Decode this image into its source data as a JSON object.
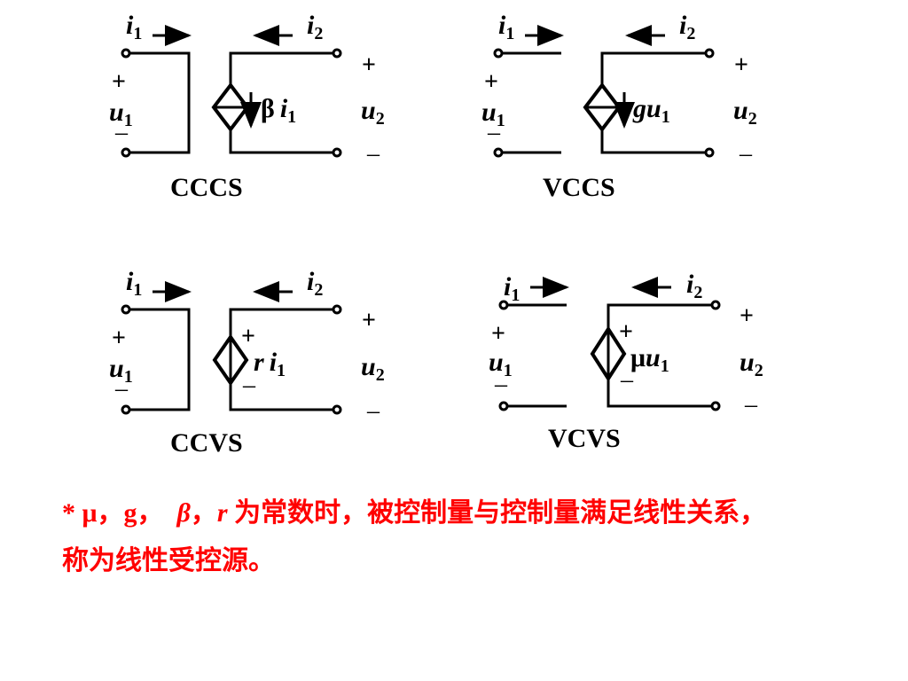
{
  "circuits": [
    {
      "name": "CCCS",
      "gain": "β",
      "control": "i",
      "control_sub": "1",
      "source_kind": "current"
    },
    {
      "name": "VCCS",
      "gain": "g",
      "control": "u",
      "control_sub": "1",
      "source_kind": "current"
    },
    {
      "name": "CCVS",
      "gain": "r",
      "control": "i",
      "control_sub": "1",
      "source_kind": "voltage"
    },
    {
      "name": "VCVS",
      "gain": "μ",
      "control": "u",
      "control_sub": "1",
      "source_kind": "voltage"
    }
  ],
  "port_labels": {
    "i": "i",
    "u": "u",
    "sub1": "1",
    "sub2": "2",
    "plus": "+",
    "minus": "–"
  },
  "note": {
    "star": "*",
    "mu": "μ",
    "sep1": "，",
    "g": "g",
    "sep2": "，",
    "beta": "β",
    "sep3": "，",
    "r": "r",
    "line1_rest": " 为常数时，被控制量与控制量满足线性关系，",
    "line2": "称为线性受控源。"
  },
  "colors": {
    "note": "#ff0000",
    "lines": "#000000"
  }
}
